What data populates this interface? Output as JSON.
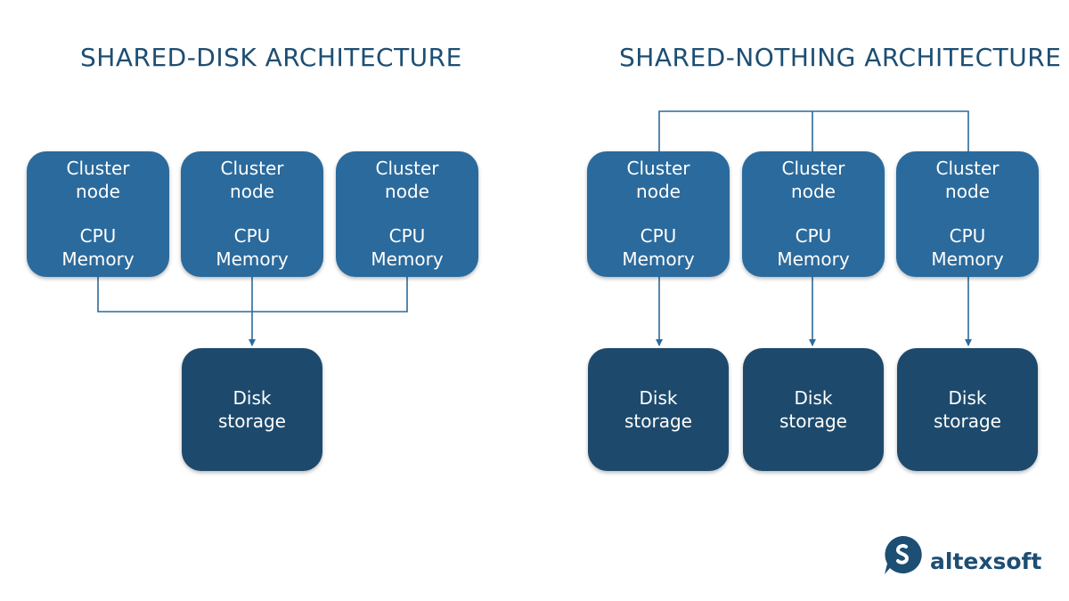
{
  "titles": {
    "left": "SHARED-DISK ARCHITECTURE",
    "right": "SHARED-NOTHING ARCHITECTURE"
  },
  "node": {
    "line1": "Cluster",
    "line2": "node",
    "line3": "CPU",
    "line4": "Memory"
  },
  "disk": {
    "line1": "Disk",
    "line2": "storage"
  },
  "logo": {
    "text": "altexsoft"
  },
  "colors": {
    "node_fill": "#2b6a9c",
    "disk_fill": "#1d4a6c",
    "title_text": "#1d4e73",
    "wire": "#2b6a9c"
  }
}
